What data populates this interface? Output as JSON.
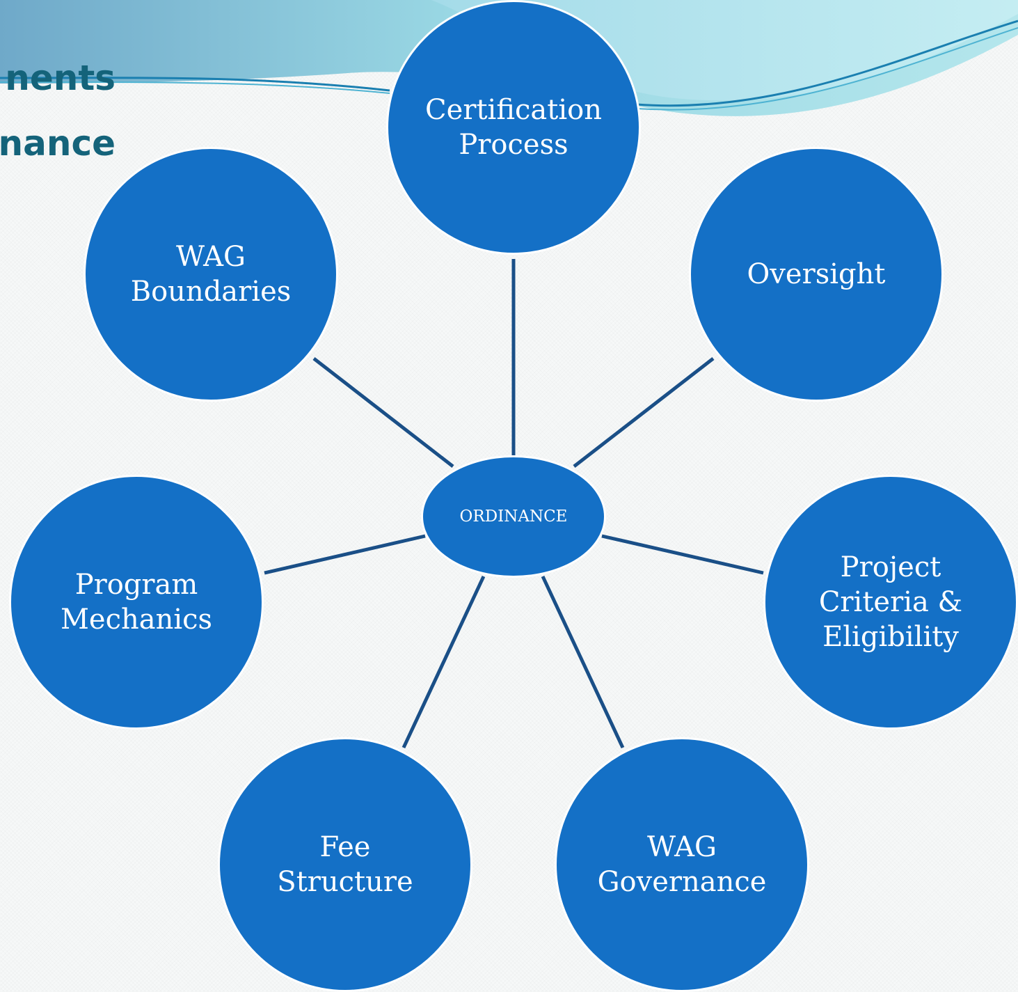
{
  "title": {
    "line1": "nents",
    "line2": "nance"
  },
  "center": {
    "label": "ORDINANCE"
  },
  "nodes": [
    {
      "id": "certification-process",
      "label": "Certification\nProcess"
    },
    {
      "id": "oversight",
      "label": "Oversight"
    },
    {
      "id": "project-criteria-eligibility",
      "label": "Project\nCriteria &\nEligibility"
    },
    {
      "id": "wag-governance",
      "label": "WAG\nGovernance"
    },
    {
      "id": "fee-structure",
      "label": "Fee\nStructure"
    },
    {
      "id": "program-mechanics",
      "label": "Program\nMechanics"
    },
    {
      "id": "wag-boundaries",
      "label": "WAG\nBoundaries"
    }
  ],
  "colors": {
    "node_fill": "#1470c6",
    "connector": "#1a4f87",
    "title": "#14637a"
  }
}
